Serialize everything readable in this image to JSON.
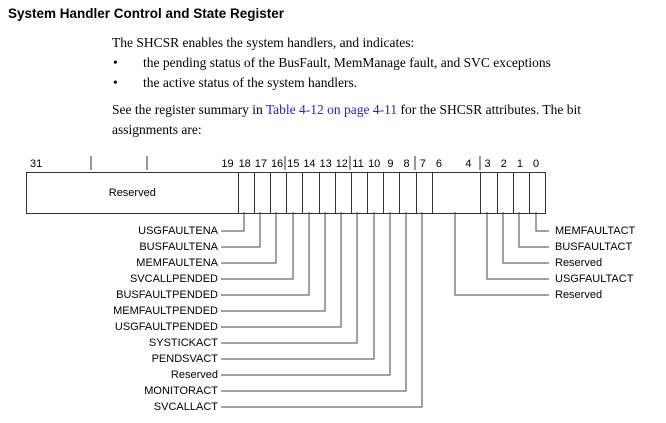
{
  "page": {
    "title": "System Handler Control and State Register"
  },
  "intro": {
    "lead": "The SHCSR enables the system handlers, and indicates:",
    "bullet_char": "•",
    "bullets": [
      "the pending status of the BusFault, MemManage fault, and SVC exceptions",
      "the active status of the system handlers."
    ],
    "see_before": "See the register summary in ",
    "link_text": "Table 4-12 on page 4-11",
    "see_after": " for the SHCSR attributes. The bit assignments are:",
    "link_color": "#2424c8"
  },
  "register": {
    "reserved_label": "Reserved",
    "numbers_reserved": [
      "31",
      "19"
    ],
    "numbers_single": [
      "18",
      "17",
      "16",
      "15",
      "14",
      "13",
      "12",
      "11",
      "10",
      "9",
      "8",
      "7"
    ],
    "numbers_mid": [
      "6",
      "4"
    ],
    "numbers_right": [
      "3",
      "2",
      "1",
      "0"
    ],
    "left_labels": [
      "USGFAULTENA",
      "BUSFAULTENA",
      "MEMFAULTENA",
      "SVCALLPENDED",
      "BUSFAULTPENDED",
      "MEMFAULTPENDED",
      "USGFAULTPENDED",
      "SYSTICKACT",
      "PENDSVACT",
      "Reserved",
      "MONITORACT",
      "SVCALLACT"
    ],
    "right_labels": [
      "MEMFAULTACT",
      "BUSFAULTACT",
      "Reserved",
      "USGFAULTACT",
      "Reserved"
    ],
    "line_color": "#444444",
    "box_border_color": "#333333"
  }
}
